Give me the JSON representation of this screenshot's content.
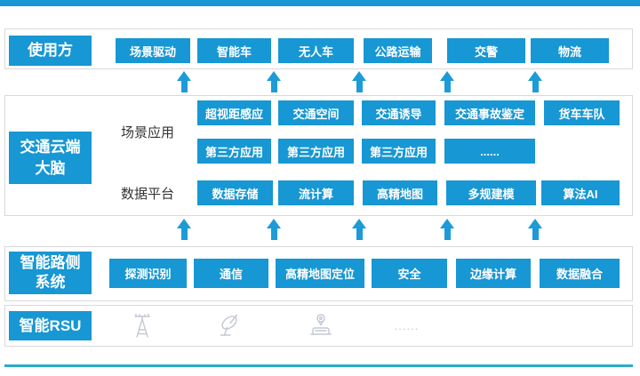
{
  "colors": {
    "accent_blue": "#1797D3",
    "arrow_blue": "#1C9BD8",
    "border_gray": "#D9D9D9",
    "bottom_teal": "#2CABC8",
    "icon_gray": "#C3C8D2",
    "label_text": "#333333"
  },
  "layers": {
    "users": {
      "label": "使用方",
      "boxes": [
        "场景驱动",
        "智能车",
        "无人车",
        "公路运输",
        "交警",
        "物流"
      ]
    },
    "cloud_brain": {
      "label_line1": "交通云端",
      "label_line2": "大脑",
      "scene_apps": {
        "label": "场景应用",
        "row1": [
          "超视距感应",
          "交通空间",
          "交通诱导",
          "交通事故鉴定",
          "货车车队"
        ],
        "row2": [
          "第三方应用",
          "第三方应用",
          "第三方应用",
          "......"
        ]
      },
      "data_platform": {
        "label": "数据平台",
        "row": [
          "数据存储",
          "流计算",
          "高精地图",
          "多规建模",
          "算法AI"
        ]
      }
    },
    "roadside": {
      "label_line1": "智能路侧",
      "label_line2": "系统",
      "boxes": [
        "探测识别",
        "通信",
        "高精地图定位",
        "安全",
        "边缘计算",
        "数据融合"
      ]
    },
    "rsu": {
      "label": "智能RSU",
      "icons": [
        "signal-tower-icon",
        "satellite-dish-icon",
        "vehicle-positioning-icon"
      ],
      "more": "......"
    }
  }
}
